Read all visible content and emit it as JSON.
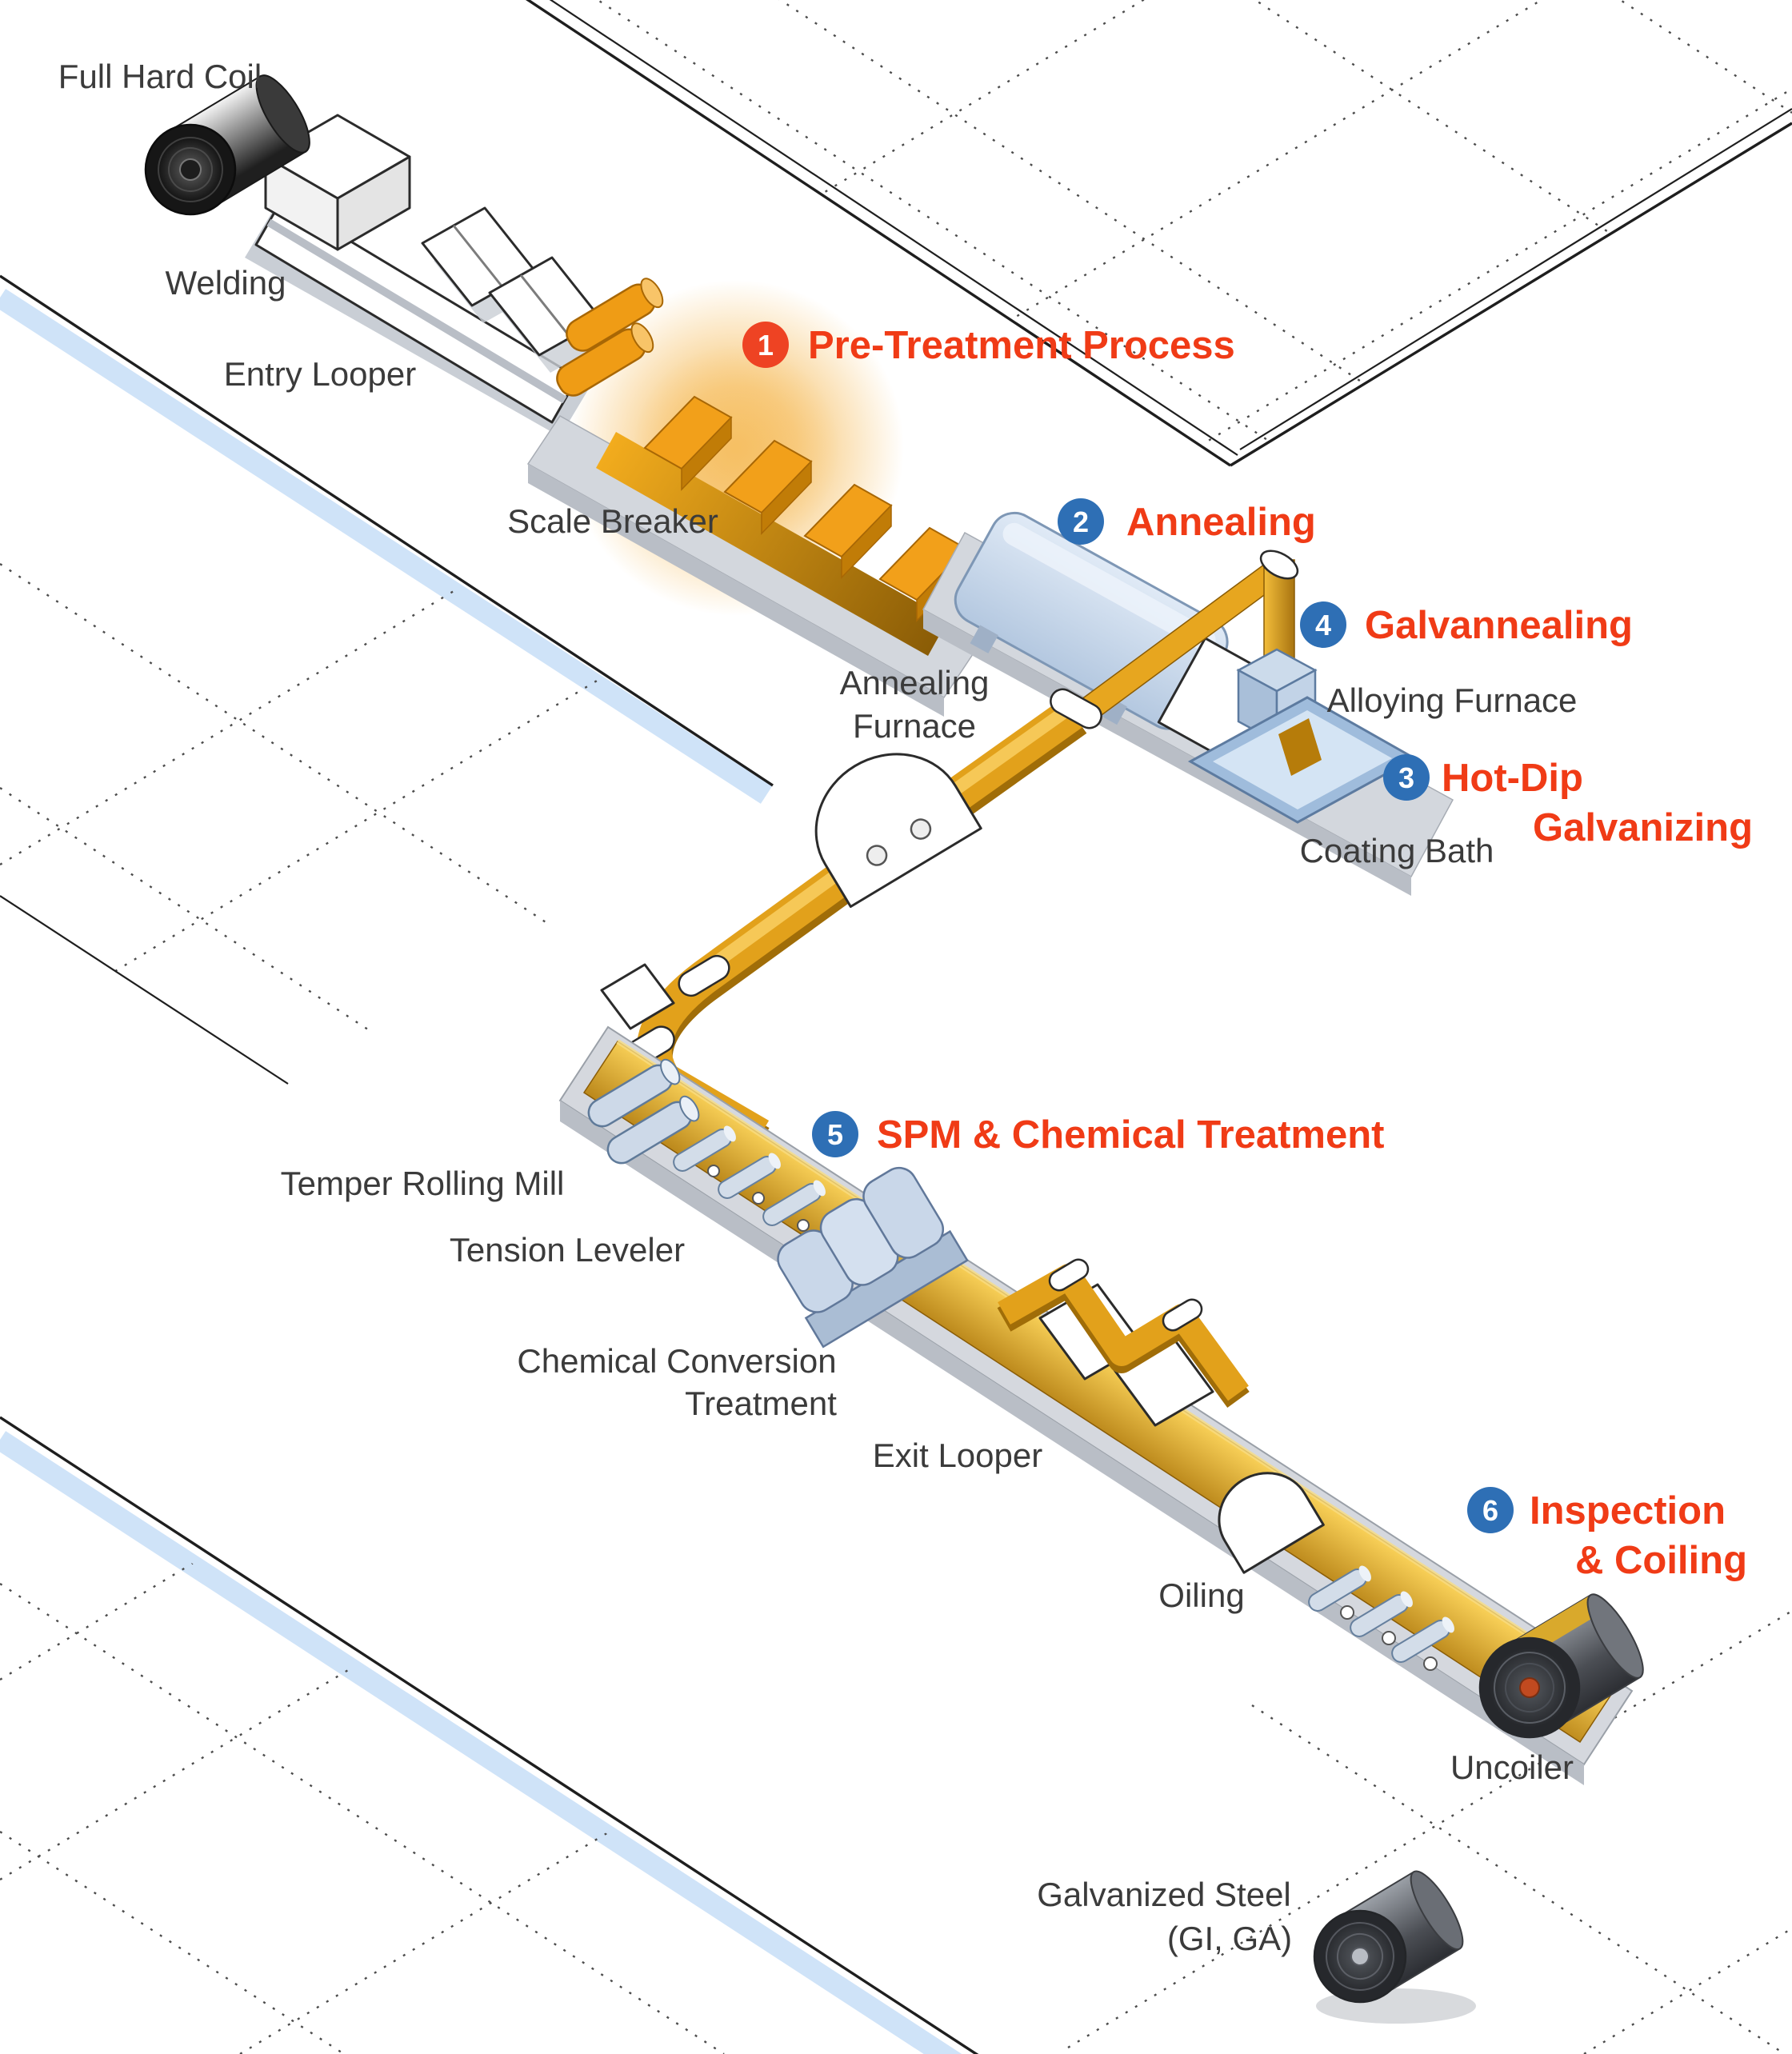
{
  "steps": [
    {
      "num": "1",
      "label": "Pre-Treatment Process",
      "badge_color": "#ee4323"
    },
    {
      "num": "2",
      "label": "Annealing",
      "badge_color": "#2e6fb5"
    },
    {
      "num": "3",
      "label": "Hot-Dip",
      "label2": "Galvanizing",
      "badge_color": "#2e6fb5"
    },
    {
      "num": "4",
      "label": "Galvannealing",
      "badge_color": "#2e6fb5"
    },
    {
      "num": "5",
      "label": "SPM & Chemical Treatment",
      "badge_color": "#2e6fb5"
    },
    {
      "num": "6",
      "label": "Inspection",
      "label2": "& Coiling",
      "badge_color": "#2e6fb5"
    }
  ],
  "stations": {
    "full_hard_coil": "Full Hard Coil",
    "welding": "Welding",
    "entry_looper": "Entry Looper",
    "scale_breaker": "Scale Breaker",
    "annealing_furnace_1": "Annealing",
    "annealing_furnace_2": "Furnace",
    "alloying_furnace": "Alloying Furnace",
    "coating_bath": "Coating Bath",
    "temper_rolling_mill": "Temper Rolling Mill",
    "tension_leveler": "Tension Leveler",
    "chemical_conversion_1": "Chemical Conversion",
    "chemical_conversion_2": "Treatment",
    "exit_looper": "Exit Looper",
    "oiling": "Oiling",
    "uncoiler": "Uncoiler",
    "product_1": "Galvanized Steel",
    "product_2": "(GI, GA)"
  },
  "colors": {
    "step_text": "#f03b16",
    "badge_blue": "#2e6fb5",
    "badge_red": "#ee4323",
    "label_text": "#3b3b3b",
    "strip_gold": "#e7a61f",
    "scale_breaker_orange": "#f09c15",
    "machine_blue": "#c9d7e9",
    "glow_orange": "#f7c46a",
    "floor_strip_blue": "#cfe3f8",
    "platform_gray": "#d5d8de"
  }
}
